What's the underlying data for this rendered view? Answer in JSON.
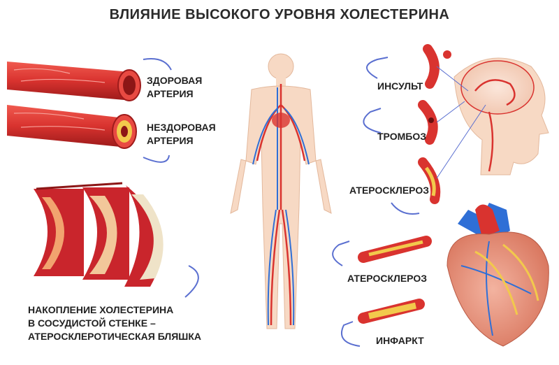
{
  "title": "ВЛИЯНИЕ ВЫСОКОГО УРОВНЯ ХОЛЕСТЕРИНА",
  "labels": {
    "healthy_artery": [
      "ЗДОРОВАЯ",
      "АРТЕРИЯ"
    ],
    "unhealthy_artery": [
      "НЕЗДОРОВАЯ",
      "АРТЕРИЯ"
    ],
    "plaque": [
      "НАКОПЛЕНИЕ ХОЛЕСТЕРИНА",
      "В СОСУДИСТОЙ СТЕНКЕ –",
      "АТЕРОСКЛЕРОТИЧЕСКАЯ БЛЯШКА"
    ],
    "stroke": "ИНСУЛЬТ",
    "thrombosis": "ТРОМБОЗ",
    "atherosclerosis_brain": "АТЕРОСКЛЕРОЗ",
    "atherosclerosis_heart": "АТЕРОСКЛЕРОЗ",
    "infarction": "ИНФАРКТ"
  },
  "colors": {
    "artery_red": "#d9332f",
    "artery_dark": "#9e1b1b",
    "vein_blue": "#2f6fd6",
    "skin": "#f7d9c4",
    "plaque_yellow": "#f2c94c",
    "arrow_blue": "#5a6fd0"
  }
}
